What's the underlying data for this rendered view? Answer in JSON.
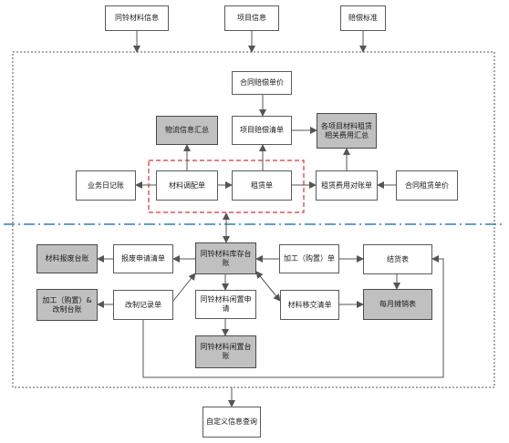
{
  "nodes": {
    "n_shared_material_info": "同铃材料信息",
    "n_project_info": "项目信息",
    "n_compensation_std": "赔偿标准",
    "n_contract_comp_price": "合同赔偿单价",
    "n_logistics_summary": "物流信息汇总",
    "n_project_comp_list": "项目赔偿清单",
    "n_project_rental_summary": "各项目材料租赁相关费用汇总",
    "n_business_diary": "业务日记账",
    "n_material_transfer_order": "材料调配单",
    "n_rental_order": "租赁单",
    "n_rental_settlement": "租赁费用对账单",
    "n_contract_rental_price": "合同租赁单价",
    "n_scrap_ledger": "材料报废台账",
    "n_scrap_request_list": "报废申请清单",
    "n_shared_inventory_ledger": "同铃材料库存台账",
    "n_processing_order": "加工（购置）单",
    "n_shipment_table": "结货表",
    "n_processing_ledger": "加工（购置）&改制台账",
    "n_modification_record": "改制记录单",
    "n_idle_request": "同铃材料闲置申请",
    "n_material_handover": "材料移交清单",
    "n_monthly_amortization": "每月摊销表",
    "n_idle_ledger": "同铃材料闲置台账",
    "n_custom_query": "自定义信息查询"
  },
  "colors": {
    "gray_fill": "#c0c0c0",
    "highlight_border": "#e03030",
    "divider": "#2e7fb8",
    "arrow": "#555555"
  }
}
